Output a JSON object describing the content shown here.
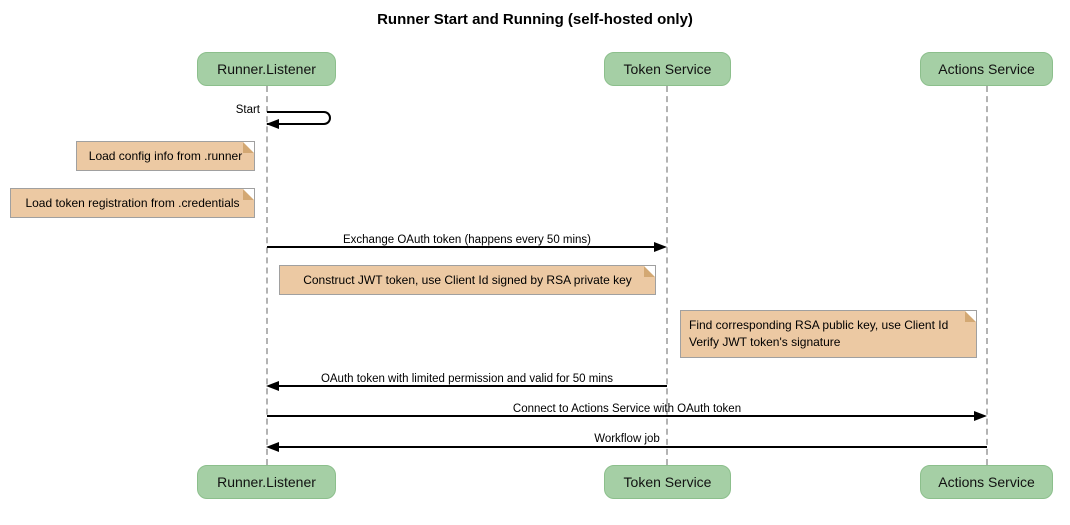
{
  "title": "Runner Start and Running (self-hosted only)",
  "diagram_type": "sequence",
  "actors": [
    {
      "name": "Runner.Listener"
    },
    {
      "name": "Token Service"
    },
    {
      "name": "Actions Service"
    }
  ],
  "messages": [
    {
      "label": "Start",
      "from": "Runner.Listener",
      "to": "Runner.Listener",
      "kind": "self"
    },
    {
      "label": "Exchange OAuth token (happens every 50 mins)",
      "from": "Runner.Listener",
      "to": "Token Service",
      "kind": "solid-arrow"
    },
    {
      "label": "OAuth token with limited permission and valid for 50 mins",
      "from": "Token Service",
      "to": "Runner.Listener",
      "kind": "solid-arrow"
    },
    {
      "label": "Connect to Actions Service with OAuth token",
      "from": "Runner.Listener",
      "to": "Actions Service",
      "kind": "solid-arrow"
    },
    {
      "label": "Workflow job",
      "from": "Actions Service",
      "to": "Runner.Listener",
      "kind": "solid-arrow"
    }
  ],
  "notes": [
    {
      "lines": [
        "Load config info from .runner"
      ],
      "position": "left of Runner.Listener"
    },
    {
      "lines": [
        "Load token registration from .credentials"
      ],
      "position": "left of Runner.Listener"
    },
    {
      "lines": [
        "Construct JWT token, use Client Id signed by RSA private key"
      ],
      "position": "between Runner.Listener and Token Service"
    },
    {
      "lines": [
        "Find corresponding RSA public key, use Client Id",
        "Verify JWT token's signature"
      ],
      "position": "between Token Service and Actions Service"
    }
  ],
  "colors": {
    "actor_fill": "#A5CFA5",
    "actor_border": "#8CBF8C",
    "note_fill": "#ECC9A3",
    "note_border": "#A0A0A0",
    "note_fold": "#D3A873",
    "lifeline": "#B3B3B3",
    "message": "#000000",
    "background": "#FFFFFF"
  }
}
